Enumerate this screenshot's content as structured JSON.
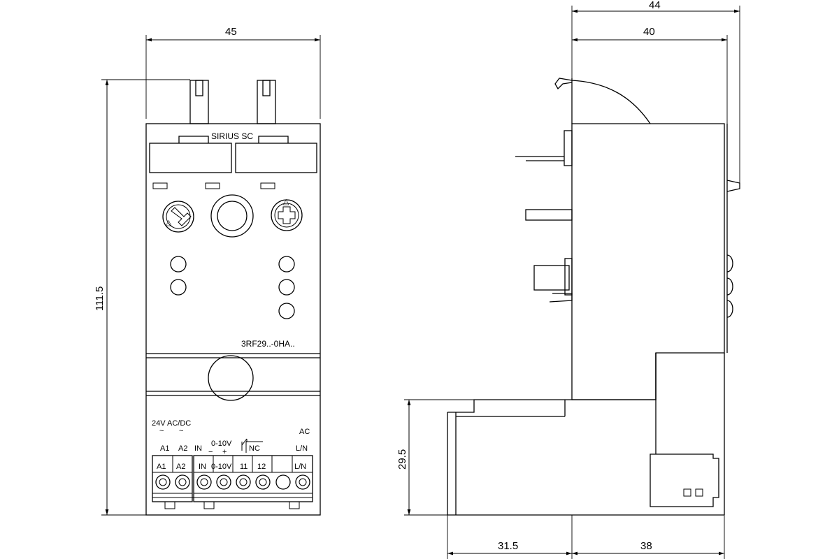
{
  "front_view": {
    "brand_label": "SIRIUS SC",
    "model_label": "3RF29..-0HA..",
    "supply_label": "24V AC/DC",
    "supply_tilde_a": "~",
    "supply_tilde_b": "~",
    "terminal_top_labels": [
      "A1",
      "A2",
      "IN",
      "0-10V",
      "NC",
      "AC",
      "L/N"
    ],
    "terminal_top_signs": [
      "−",
      "+"
    ],
    "terminal_bottom_labels": [
      "A1",
      "A2",
      "IN",
      "0-10V",
      "11",
      "12",
      "L/N"
    ]
  },
  "dimensions": {
    "front_width": "45",
    "front_height": "111.5",
    "side_overall_depth": "44",
    "side_body_depth": "40",
    "side_lower_height": "29.5",
    "side_rear_depth": "31.5",
    "side_front_depth": "38"
  }
}
